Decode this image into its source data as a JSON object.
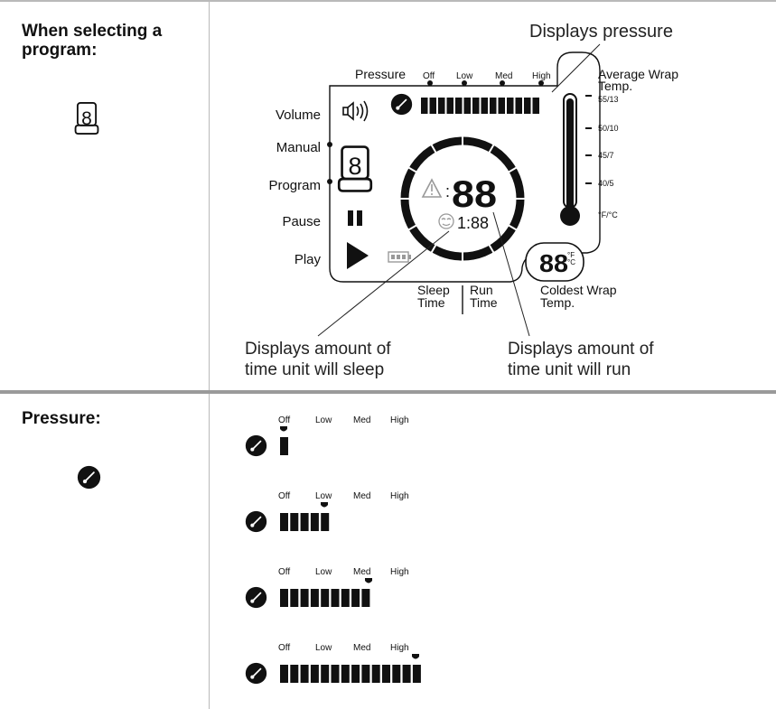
{
  "rows": [
    {
      "heading": "When selecting a program:",
      "heading_line1": "When selecting a",
      "heading_line2": "program:",
      "icon": "program-digit-icon",
      "callouts": {
        "pressure": "Displays pressure",
        "sleep_line1": "Displays amount of",
        "sleep_line2": "time unit will sleep",
        "run_line1": "Displays amount of",
        "run_line2": "time unit will run"
      },
      "display": {
        "pressure_label": "Pressure",
        "pressure_levels": [
          "Off",
          "Low",
          "Med",
          "High"
        ],
        "left_labels": [
          "Volume",
          "Manual",
          "Program",
          "Pause",
          "Play"
        ],
        "program_digit": "8",
        "main_readout": "88",
        "time_readout": "1:88",
        "avg_temp_line1": "Average Wrap",
        "avg_temp_line2": "Temp.",
        "temp_ticks": [
          "55/13",
          "50/10",
          "45/7",
          "40/5"
        ],
        "temp_units": "°F/°C",
        "coldest_readout": "88",
        "coldest_unit_f": "°F",
        "coldest_unit_c": "°C",
        "coldest_line1": "Coldest Wrap",
        "coldest_line2": "Temp.",
        "sleep_line1": "Sleep",
        "sleep_line2": "Time",
        "run_line1": "Run",
        "run_line2": "Time",
        "pressure_bar_segments": 14
      }
    },
    {
      "heading": "Pressure:",
      "icon": "pressure-gauge-icon",
      "levels": [
        {
          "active": "Off",
          "segments": 1
        },
        {
          "active": "Low",
          "segments": 5
        },
        {
          "active": "Med",
          "segments": 9
        },
        {
          "active": "High",
          "segments": 14
        }
      ],
      "level_labels": [
        "Off",
        "Low",
        "Med",
        "High"
      ]
    }
  ]
}
